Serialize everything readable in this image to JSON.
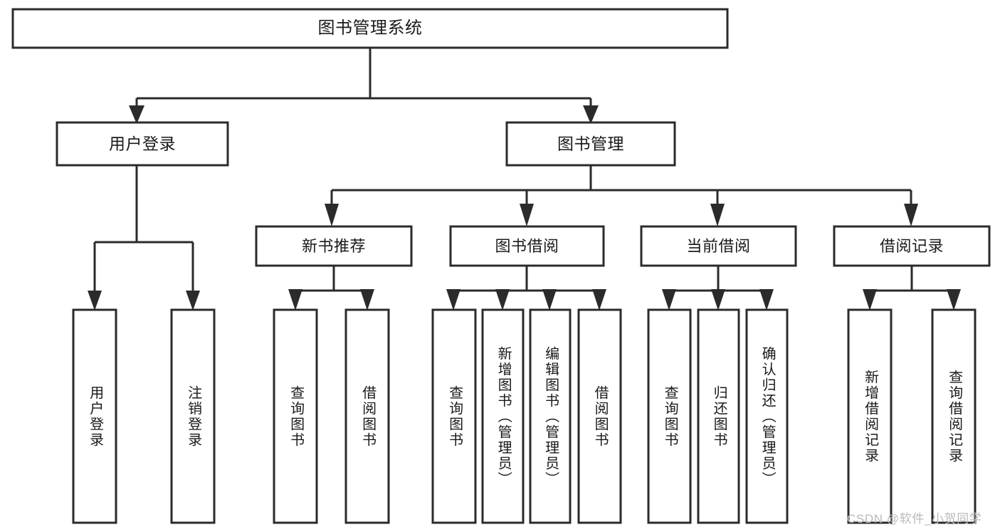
{
  "diagram": {
    "type": "tree-hierarchy-chart",
    "title": "图书管理系统",
    "watermark": "CSDN @软件_小贺同学",
    "colors": {
      "stroke": "#2b2b2b",
      "fill": "#ffffff",
      "text": "#1a1a1a",
      "watermark": "#b9b9b9",
      "background": "#ffffff"
    },
    "levels": [
      {
        "level": 1,
        "nodes": [
          {
            "id": "root",
            "label": "图书管理系统",
            "orientation": "horizontal"
          }
        ]
      },
      {
        "level": 2,
        "nodes": [
          {
            "id": "user-login",
            "label": "用户登录",
            "orientation": "horizontal"
          },
          {
            "id": "book-manage",
            "label": "图书管理",
            "orientation": "horizontal"
          }
        ]
      },
      {
        "level": 3,
        "nodes": [
          {
            "id": "new-book-rec",
            "label": "新书推荐",
            "orientation": "horizontal"
          },
          {
            "id": "book-borrow",
            "label": "图书借阅",
            "orientation": "horizontal"
          },
          {
            "id": "current-borrow",
            "label": "当前借阅",
            "orientation": "horizontal"
          },
          {
            "id": "borrow-record",
            "label": "借阅记录",
            "orientation": "horizontal"
          }
        ]
      },
      {
        "level": 4,
        "nodes": [
          {
            "id": "leaf-user-login",
            "label": "用户登录",
            "orientation": "vertical"
          },
          {
            "id": "leaf-logout-login",
            "label": "注销登录",
            "orientation": "vertical"
          },
          {
            "id": "leaf-query-book-1",
            "label": "查询图书",
            "orientation": "vertical"
          },
          {
            "id": "leaf-borrow-book-1",
            "label": "借阅图书",
            "orientation": "vertical"
          },
          {
            "id": "leaf-query-book-2",
            "label": "查询图书",
            "orientation": "vertical"
          },
          {
            "id": "leaf-add-book",
            "label": "新增图书（管理员）",
            "orientation": "vertical"
          },
          {
            "id": "leaf-edit-book",
            "label": "编辑图书（管理员）",
            "orientation": "vertical"
          },
          {
            "id": "leaf-borrow-book-2",
            "label": "借阅图书",
            "orientation": "vertical"
          },
          {
            "id": "leaf-query-book-3",
            "label": "查询图书",
            "orientation": "vertical"
          },
          {
            "id": "leaf-return-book",
            "label": "归还图书",
            "orientation": "vertical"
          },
          {
            "id": "leaf-confirm-return",
            "label": "确认归还（管理员）",
            "orientation": "vertical"
          },
          {
            "id": "leaf-add-record",
            "label": "新增借阅记录",
            "orientation": "vertical"
          },
          {
            "id": "leaf-query-record",
            "label": "查询借阅记录",
            "orientation": "vertical"
          }
        ]
      }
    ],
    "edges": [
      {
        "from": "root",
        "to": "user-login"
      },
      {
        "from": "root",
        "to": "book-manage"
      },
      {
        "from": "user-login",
        "to": "leaf-user-login"
      },
      {
        "from": "user-login",
        "to": "leaf-logout-login"
      },
      {
        "from": "book-manage",
        "to": "new-book-rec"
      },
      {
        "from": "book-manage",
        "to": "book-borrow"
      },
      {
        "from": "book-manage",
        "to": "current-borrow"
      },
      {
        "from": "book-manage",
        "to": "borrow-record"
      },
      {
        "from": "new-book-rec",
        "to": "leaf-query-book-1"
      },
      {
        "from": "new-book-rec",
        "to": "leaf-borrow-book-1"
      },
      {
        "from": "book-borrow",
        "to": "leaf-query-book-2"
      },
      {
        "from": "book-borrow",
        "to": "leaf-add-book"
      },
      {
        "from": "book-borrow",
        "to": "leaf-edit-book"
      },
      {
        "from": "book-borrow",
        "to": "leaf-borrow-book-2"
      },
      {
        "from": "current-borrow",
        "to": "leaf-query-book-3"
      },
      {
        "from": "current-borrow",
        "to": "leaf-return-book"
      },
      {
        "from": "current-borrow",
        "to": "leaf-confirm-return"
      },
      {
        "from": "borrow-record",
        "to": "leaf-add-record"
      },
      {
        "from": "borrow-record",
        "to": "leaf-query-record"
      }
    ]
  }
}
